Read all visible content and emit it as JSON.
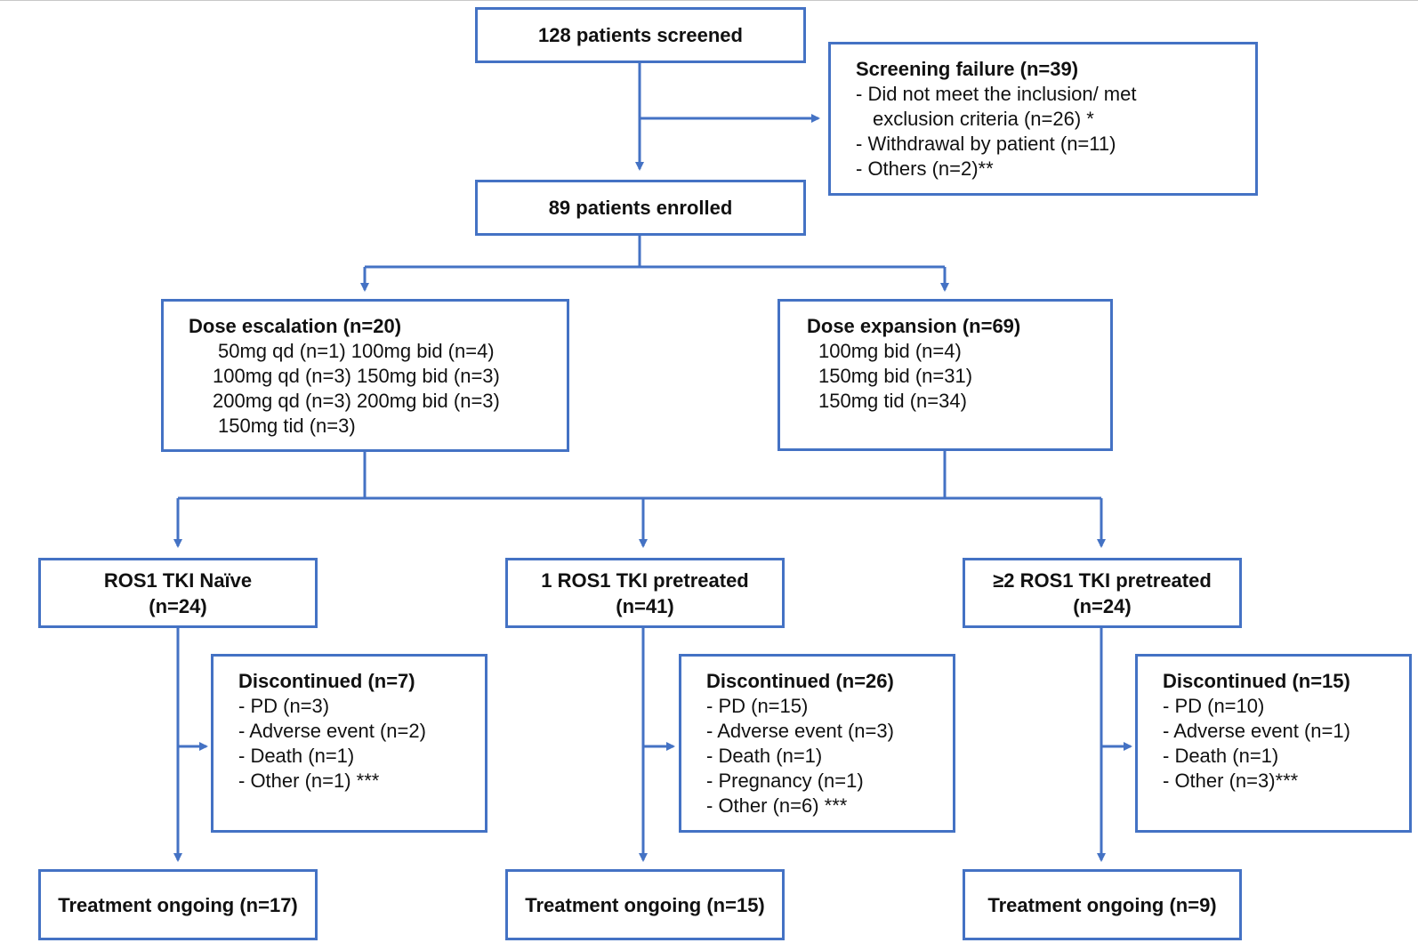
{
  "screened": {
    "title": "128 patients screened"
  },
  "screening_failure": {
    "title": "Screening failure (n=39)",
    "lines": [
      "- Did not meet the inclusion/ met",
      "exclusion criteria (n=26) *",
      "- Withdrawal by patient (n=11)",
      "- Others (n=2)**"
    ]
  },
  "enrolled": {
    "title": "89 patients enrolled"
  },
  "escalation": {
    "title": "Dose escalation (n=20)",
    "lines": [
      "50mg qd (n=1) 100mg bid (n=4)",
      "100mg qd (n=3) 150mg bid (n=3)",
      "200mg qd (n=3) 200mg bid (n=3)",
      "150mg tid (n=3)"
    ]
  },
  "expansion": {
    "title": "Dose expansion (n=69)",
    "lines": [
      "100mg bid (n=4)",
      "150mg bid (n=31)",
      "150mg tid (n=34)"
    ]
  },
  "cohorts": [
    {
      "title": "ROS1 TKI Naïve",
      "n": "(n=24)",
      "discontinued": {
        "title": "Discontinued (n=7)",
        "lines": [
          "- PD (n=3)",
          "- Adverse event (n=2)",
          "- Death (n=1)",
          "- Other (n=1) ***"
        ]
      },
      "ongoing": "Treatment ongoing (n=17)"
    },
    {
      "title": "1 ROS1 TKI pretreated",
      "n": "(n=41)",
      "discontinued": {
        "title": "Discontinued (n=26)",
        "lines": [
          "- PD (n=15)",
          "- Adverse event (n=3)",
          "- Death (n=1)",
          "- Pregnancy (n=1)",
          "- Other (n=6) ***"
        ]
      },
      "ongoing": "Treatment ongoing (n=15)"
    },
    {
      "title": "≥2 ROS1 TKI pretreated",
      "n": "(n=24)",
      "discontinued": {
        "title": "Discontinued (n=15)",
        "lines": [
          "- PD (n=10)",
          "- Adverse event (n=1)",
          "- Death (n=1)",
          "- Other (n=3)***"
        ]
      },
      "ongoing": "Treatment ongoing (n=9)"
    }
  ],
  "colors": {
    "stroke": "#4472C4",
    "text": "#111111",
    "background": "#ffffff"
  }
}
